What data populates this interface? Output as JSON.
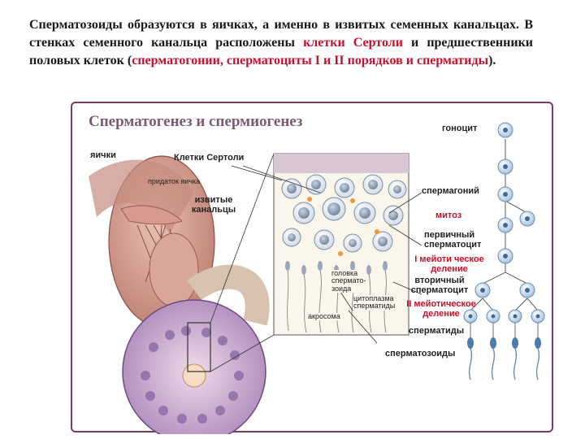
{
  "intro": {
    "part1": "Сперматозоиды образуются в яичках, а именно в извитых семенных канальцах. В стенках семенного канальца расположены ",
    "sertoli": "клетки Сертоли",
    "part2": " и предшественники половых клеток (",
    "germ": "сперматогонии, сперматоциты I и II порядков и сперматиды",
    "part3": ")."
  },
  "figure": {
    "title": "Сперматогенез и спермиогенез",
    "labels": {
      "testis": "яички",
      "sertoli_cells": "Клетки Сертоли",
      "epididymis": "придаток яичка",
      "tubules_line1": "извитые",
      "tubules_line2": "канальцы",
      "sperm_head_line1": "головка",
      "sperm_head_line2": "спермато-",
      "sperm_head_line3": "зоида",
      "cytoplasm_line1": "цитоплазма",
      "cytoplasm_line2": "сперматиды",
      "acrosome": "акросома",
      "gonocyte": "гоноцит",
      "spermatogonium": "спермагоний",
      "mitosis": "митоз",
      "primary_line1": "первичный",
      "primary_line2": "сперматоцит",
      "meiosis1_line1": "I мейоти ческое",
      "meiosis1_line2": "деление",
      "secondary_line1": "вторичный",
      "secondary_line2": "сперматоцит",
      "meiosis2_line1": "II мейотическое",
      "meiosis2_line2": "деление",
      "spermatids": "сперматиды",
      "spermatozoa": "сперматозоиды"
    }
  },
  "colors": {
    "accent_red": "#c8102e",
    "frame_border": "#7a3b63",
    "title_color": "#7c5a73",
    "cell_blue": "#7fa6c9"
  }
}
